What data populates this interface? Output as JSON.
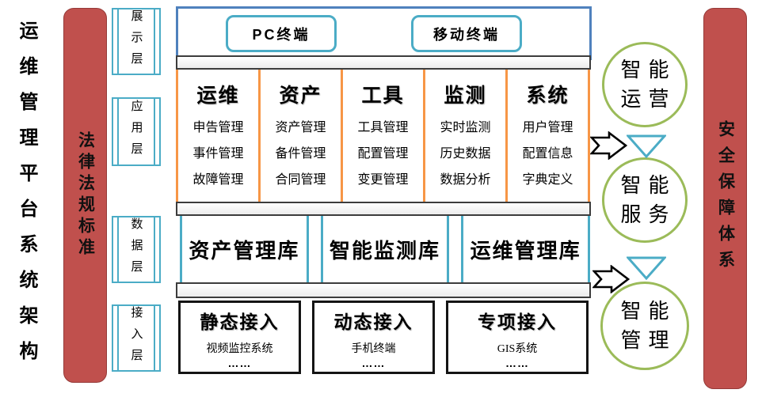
{
  "page_title_vertical": "运维管理平台系统架构",
  "pillars": {
    "left_label": "法律法规标准",
    "right_label": "安全保障体系"
  },
  "layer_tags": [
    {
      "label": "展示层"
    },
    {
      "label": "应用层"
    },
    {
      "label": "数据层"
    },
    {
      "label": "接入层"
    }
  ],
  "display_layer": {
    "terminals": [
      {
        "label": "PC终端"
      },
      {
        "label": "移动终端"
      }
    ]
  },
  "app_layer": {
    "columns": [
      {
        "title": "运维",
        "items": [
          "申告管理",
          "事件管理",
          "故障管理"
        ]
      },
      {
        "title": "资产",
        "items": [
          "资产管理",
          "备件管理",
          "合同管理"
        ]
      },
      {
        "title": "工具",
        "items": [
          "工具管理",
          "配置管理",
          "变更管理"
        ]
      },
      {
        "title": "监测",
        "items": [
          "实时监测",
          "历史数据",
          "数据分析"
        ]
      },
      {
        "title": "系统",
        "items": [
          "用户管理",
          "配置信息",
          "字典定义"
        ]
      }
    ]
  },
  "data_layer": {
    "databases": [
      {
        "label": "资产管理库"
      },
      {
        "label": "智能监测库"
      },
      {
        "label": "运维管理库"
      }
    ]
  },
  "access_layer": {
    "boxes": [
      {
        "title": "静态接入",
        "sub": "视频监控系统",
        "dots": "……"
      },
      {
        "title": "动态接入",
        "sub": "手机终端",
        "dots": "……"
      },
      {
        "title": "专项接入",
        "sub": "GIS系统",
        "dots": "……"
      }
    ]
  },
  "intelligence": {
    "circles": [
      {
        "lines": [
          "智能",
          "运营"
        ]
      },
      {
        "lines": [
          "智能",
          "服务"
        ]
      },
      {
        "lines": [
          "智能",
          "管理"
        ]
      }
    ]
  },
  "colors": {
    "pillar_red": "#C0504D",
    "teal": "#4BACC6",
    "column_orange": "#F79646",
    "frame_blue": "#4F81BD",
    "circle_green": "#9BBB59",
    "box_black": "#141414"
  }
}
